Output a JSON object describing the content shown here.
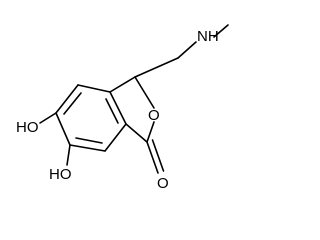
{
  "molecule": {
    "atoms": {
      "amine_nh": "NH",
      "ring_oxygen": "O",
      "carbonyl_oxygen": "O",
      "hydroxyl_upper": "HO",
      "hydroxyl_lower": "HO"
    }
  }
}
